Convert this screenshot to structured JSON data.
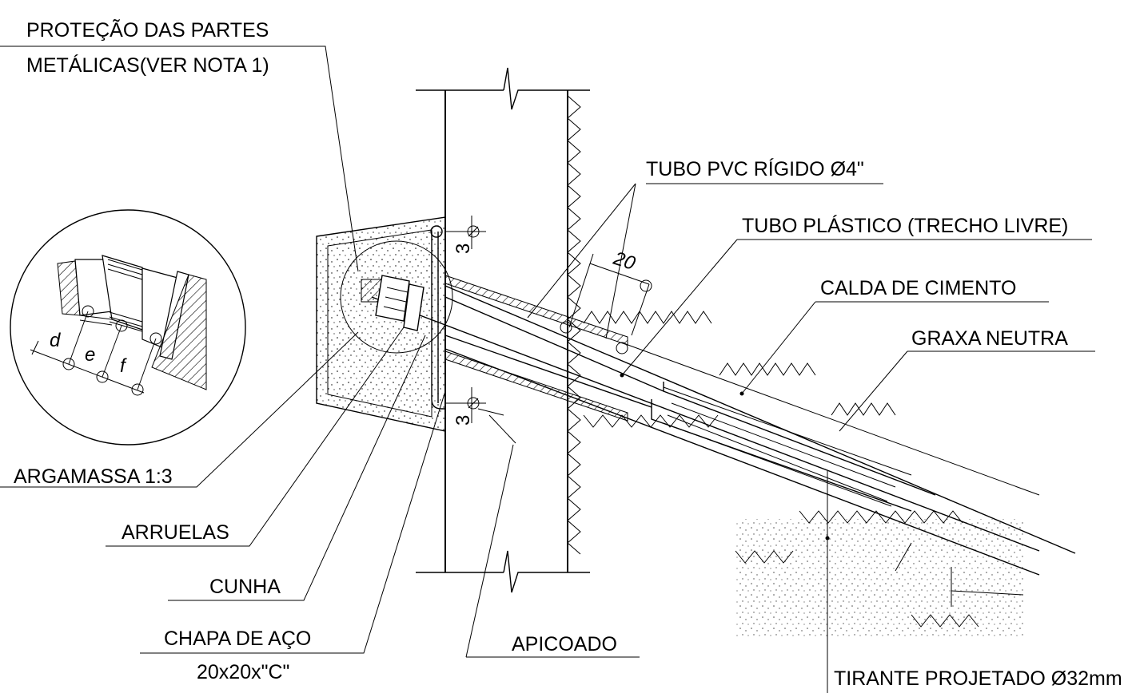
{
  "labels": {
    "protecao_line1": "PROTEÇÃO DAS PARTES",
    "protecao_line2": "METÁLICAS(VER NOTA 1)",
    "tubo_pvc": "TUBO PVC RÍGIDO Ø4\"",
    "tubo_plastico": "TUBO PLÁSTICO (TRECHO LIVRE)",
    "calda": "CALDA DE CIMENTO",
    "graxa": "GRAXA NEUTRA",
    "argamassa": "ARGAMASSA 1:3",
    "arruelas": "ARRUELAS",
    "cunha": "CUNHA",
    "chapa_line1": "CHAPA DE AÇO",
    "chapa_line2": "20x20x\"C\"",
    "apicoado": "APICOADO",
    "tirante": "TIRANTE PROJETADO Ø32mm"
  },
  "dimensions": {
    "top_spacing": "3",
    "bottom_spacing": "3",
    "pipe_offset": "20",
    "detail_d": "d",
    "detail_e": "e",
    "detail_f": "f"
  }
}
